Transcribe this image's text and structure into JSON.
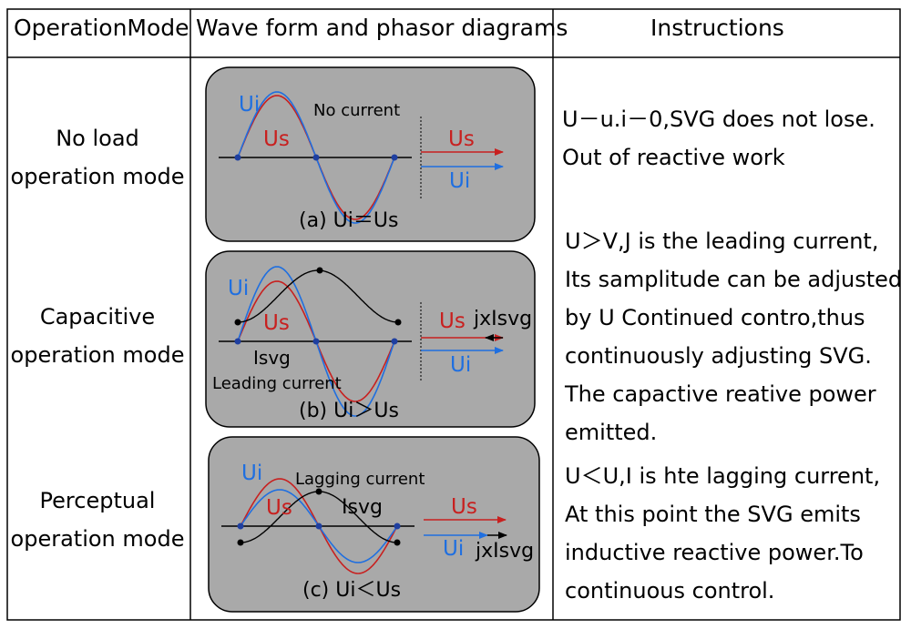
{
  "header": {
    "col1": "OperationMode",
    "col2": "Wave form and phasor diagrams",
    "col3": "Instructions"
  },
  "colors": {
    "ui_blue": "#1f6fe0",
    "us_red": "#c8201f",
    "panel_gray": "#a9a9a9",
    "black": "#000000"
  },
  "rows": [
    {
      "mode_lines": [
        "No load",
        "operation mode"
      ],
      "panel": {
        "ui_label": "Ui",
        "us_label": "Us",
        "annotation": "No current",
        "phasor_us": "Us",
        "phasor_ui": "Ui",
        "caption": "(a)  Ui＝Us"
      },
      "instructions": [
        "U－u.i－0,SVG does not lose.",
        "Out of reactive work"
      ]
    },
    {
      "mode_lines": [
        "Capacitive",
        "operation mode"
      ],
      "panel": {
        "ui_label": "Ui",
        "us_label": "Us",
        "isvg_label": "Isvg",
        "annotation": "Leading current",
        "phasor_us": "Us",
        "phasor_j": "jxIsvg",
        "phasor_ui": "Ui",
        "caption": "(b)  Ui＞Us"
      },
      "instructions": [
        "U＞V,J is the leading current,",
        "Its samplitude can be adjusted",
        "by U Continued contro,thus",
        "continuously adjusting SVG.",
        "The capactive reative power",
        "emitted."
      ]
    },
    {
      "mode_lines": [
        "Perceptual",
        "operation mode"
      ],
      "panel": {
        "ui_label": "Ui",
        "us_label": "Us",
        "isvg_label": "Isvg",
        "annotation": "Lagging current",
        "phasor_us": "Us",
        "phasor_ui": "Ui",
        "phasor_j": "jxIsvg",
        "caption": "(c)  Ui＜Us"
      },
      "instructions": [
        "U＜U,I is hte lagging current,",
        "At this point the SVG emits",
        "inductive reactive power.To",
        "continuous control."
      ]
    }
  ]
}
